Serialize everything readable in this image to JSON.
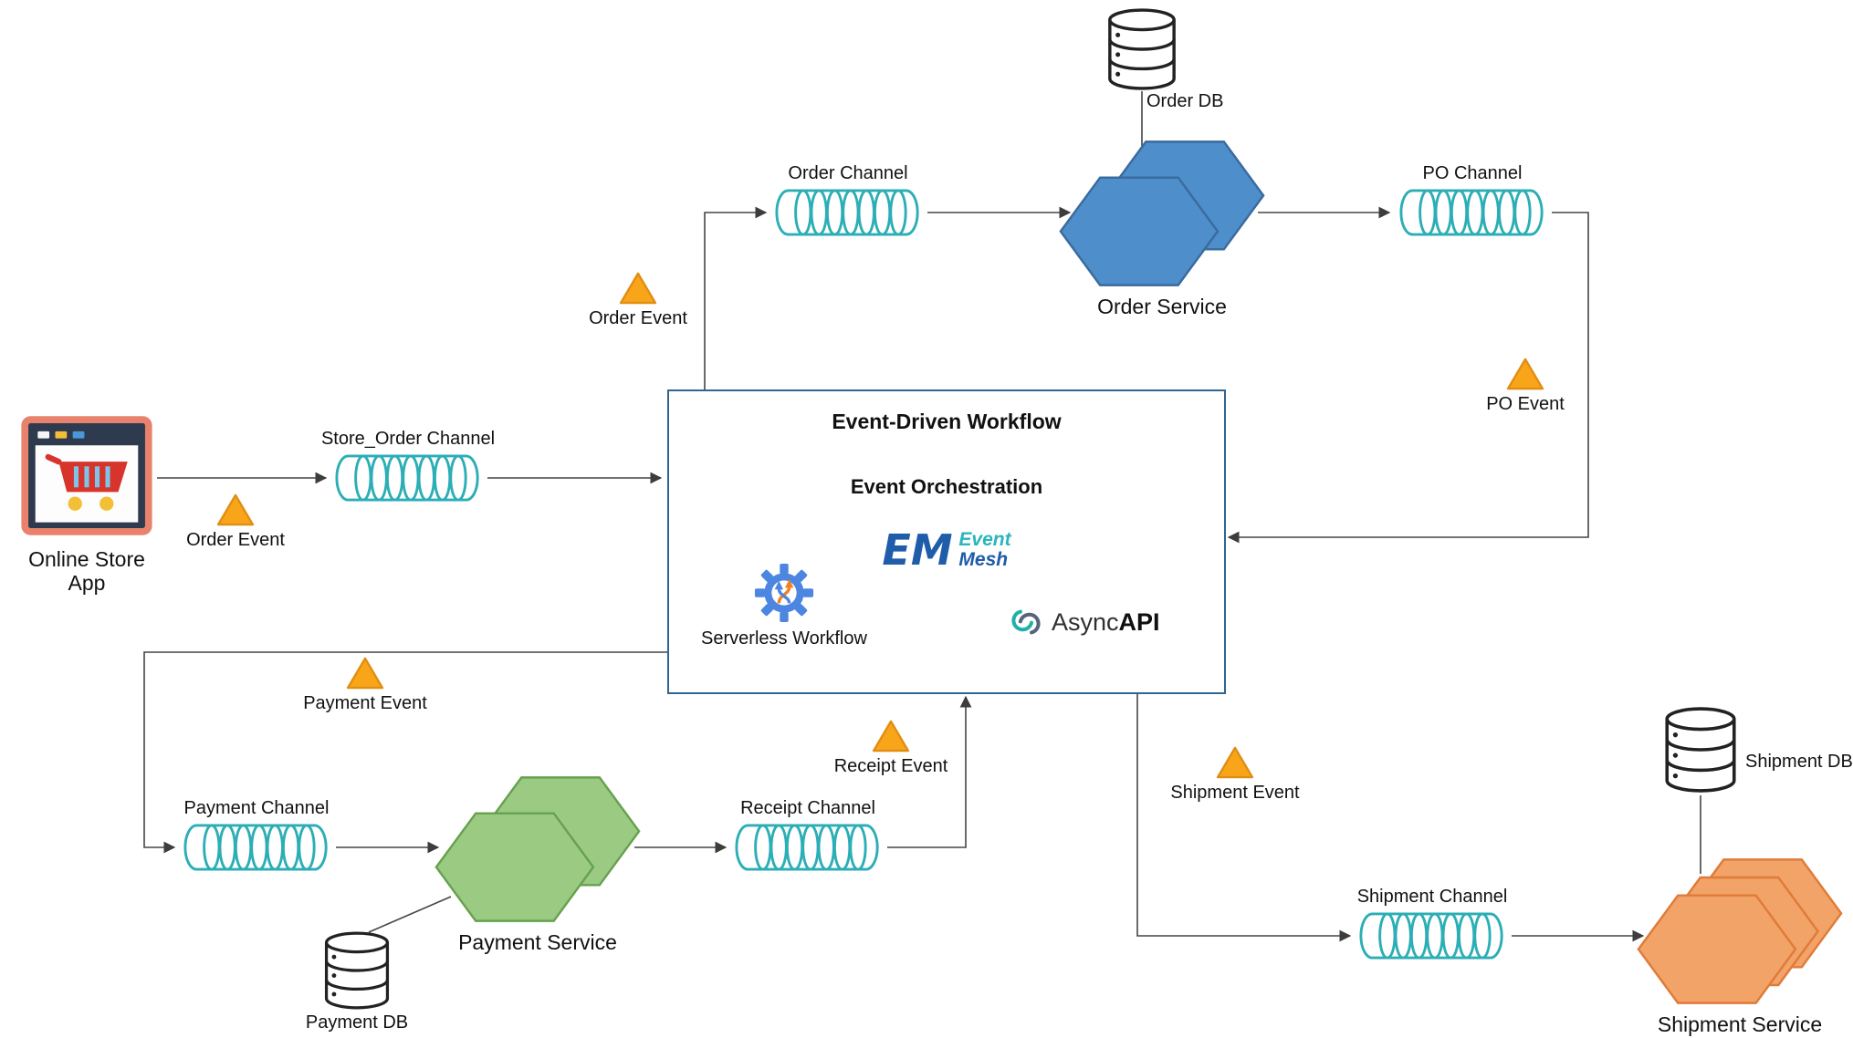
{
  "orchestrator": {
    "title": "Event-Driven Workflow",
    "subtitle": "Event Orchestration",
    "logos": {
      "event_mesh": {
        "mark": "EM",
        "line1": "Event",
        "line2": "Mesh"
      },
      "serverless_workflow": {
        "label": "Serverless Workflow"
      },
      "asyncapi": {
        "text_regular": "Async",
        "text_bold": "API"
      }
    }
  },
  "nodes": {
    "online_store_app": {
      "label_line1": "Online Store",
      "label_line2": "App"
    },
    "store_order_channel": {
      "label": "Store_Order Channel"
    },
    "order_channel": {
      "label": "Order Channel"
    },
    "order_service": {
      "label": "Order Service"
    },
    "order_db": {
      "label": "Order DB"
    },
    "po_channel": {
      "label": "PO Channel"
    },
    "payment_channel": {
      "label": "Payment Channel"
    },
    "payment_service": {
      "label": "Payment Service"
    },
    "payment_db": {
      "label": "Payment DB"
    },
    "receipt_channel": {
      "label": "Receipt Channel"
    },
    "shipment_channel": {
      "label": "Shipment Channel"
    },
    "shipment_service": {
      "label": "Shipment Service"
    },
    "shipment_db": {
      "label": "Shipment DB"
    }
  },
  "events": {
    "order_event_store": {
      "label": "Order Event"
    },
    "order_event_channel": {
      "label": "Order Event"
    },
    "po_event": {
      "label": "PO Event"
    },
    "payment_event": {
      "label": "Payment Event"
    },
    "receipt_event": {
      "label": "Receipt Event"
    },
    "shipment_event": {
      "label": "Shipment Event"
    }
  },
  "colors": {
    "channel_teal": "#2BAEB6",
    "service_blue_fill": "#4E8ECB",
    "service_blue_stroke": "#3A6B9E",
    "service_green_fill": "#9BCB83",
    "service_green_stroke": "#67A14F",
    "service_orange_fill": "#F2A368",
    "service_orange_stroke": "#E07B39",
    "event_triangle_fill": "#F9A51A",
    "event_triangle_stroke": "#E08E12",
    "connector": "#454545",
    "orchestrator_border": "#2E6693",
    "app_frame": "#E8826D",
    "app_background": "#2E3A4E"
  }
}
